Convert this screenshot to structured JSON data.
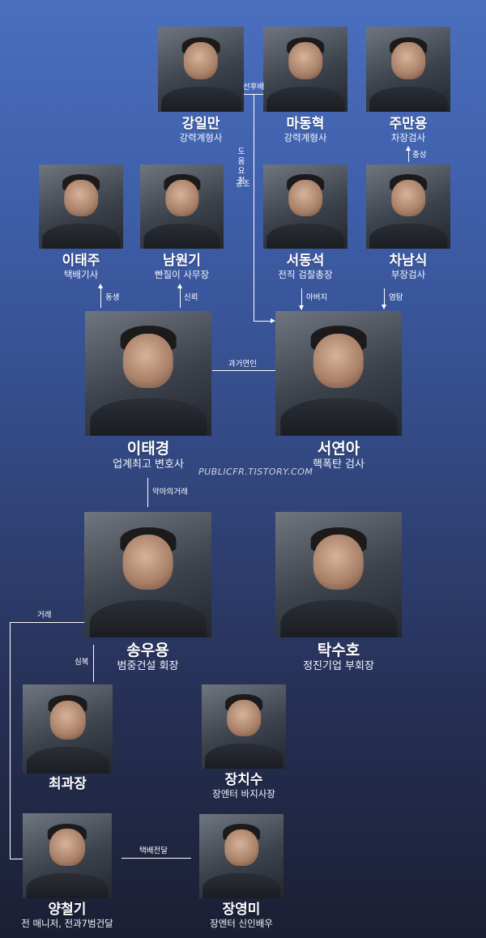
{
  "watermark": "PUBLICFR.TISTORY.COM",
  "people": {
    "kang": {
      "name": "강일만",
      "role": "강력계형사"
    },
    "ma": {
      "name": "마동혁",
      "role": "강력계형사"
    },
    "joo": {
      "name": "주만용",
      "role": "차장검사"
    },
    "lee_tj": {
      "name": "이태주",
      "role": "택배기사"
    },
    "nam": {
      "name": "남원기",
      "role": "빤질이 사무장"
    },
    "seo_ds": {
      "name": "서동석",
      "role": "전직 검찰총장"
    },
    "cha": {
      "name": "차남식",
      "role": "부장검사"
    },
    "lee_tk": {
      "name": "이태경",
      "role": "업계최고 변호사"
    },
    "seo_ya": {
      "name": "서연아",
      "role": "핵폭탄 검사"
    },
    "song": {
      "name": "송우용",
      "role": "범중건설 회장"
    },
    "tak": {
      "name": "탁수호",
      "role": "정진기업 부회장"
    },
    "choi": {
      "name": "최과장",
      "role": ""
    },
    "jang_cs": {
      "name": "장치수",
      "role": "장엔터 바지사장"
    },
    "yang": {
      "name": "양철기",
      "role": "전 매니저, 전과7범건달"
    },
    "jang_ym": {
      "name": "장영미",
      "role": "장엔터 신인배우"
    }
  },
  "relations": {
    "senior_junior": "선후배",
    "help_request": "도움요청",
    "conspiracy": "공조",
    "loyalty": "충성",
    "sibling": "동생",
    "trust": "신뢰",
    "father": "아버지",
    "probe": "염탐",
    "ex_lover": "과거연인",
    "devil_deal": "악마의거래",
    "deal": "거래",
    "henchman": "심복",
    "delivery": "택배전달"
  }
}
